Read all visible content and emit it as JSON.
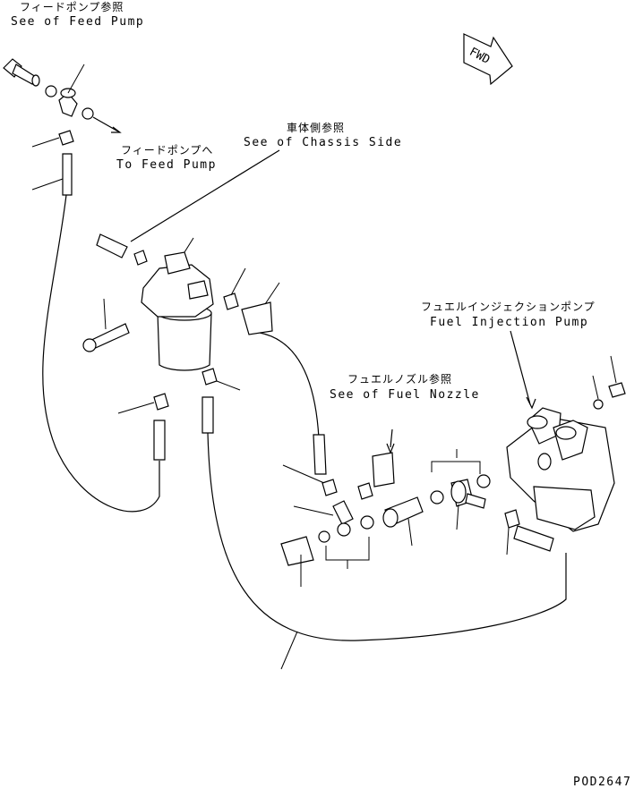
{
  "labels": {
    "feed_pump_ref_jp": "フィードポンプ参照",
    "feed_pump_ref_en": "See of Feed Pump",
    "to_feed_pump_jp": "フィードポンプへ",
    "to_feed_pump_en": "To Feed Pump",
    "chassis_side_jp": "車体側参照",
    "chassis_side_en": "See of Chassis Side",
    "injection_pump_jp": "フュエルインジェクションポンプ",
    "injection_pump_en": "Fuel Injection Pump",
    "fuel_nozzle_jp": "フュエルノズル参照",
    "fuel_nozzle_en": "See of Fuel Nozzle",
    "fwd_marker": "FWD",
    "drawing_id": "POD2647"
  }
}
